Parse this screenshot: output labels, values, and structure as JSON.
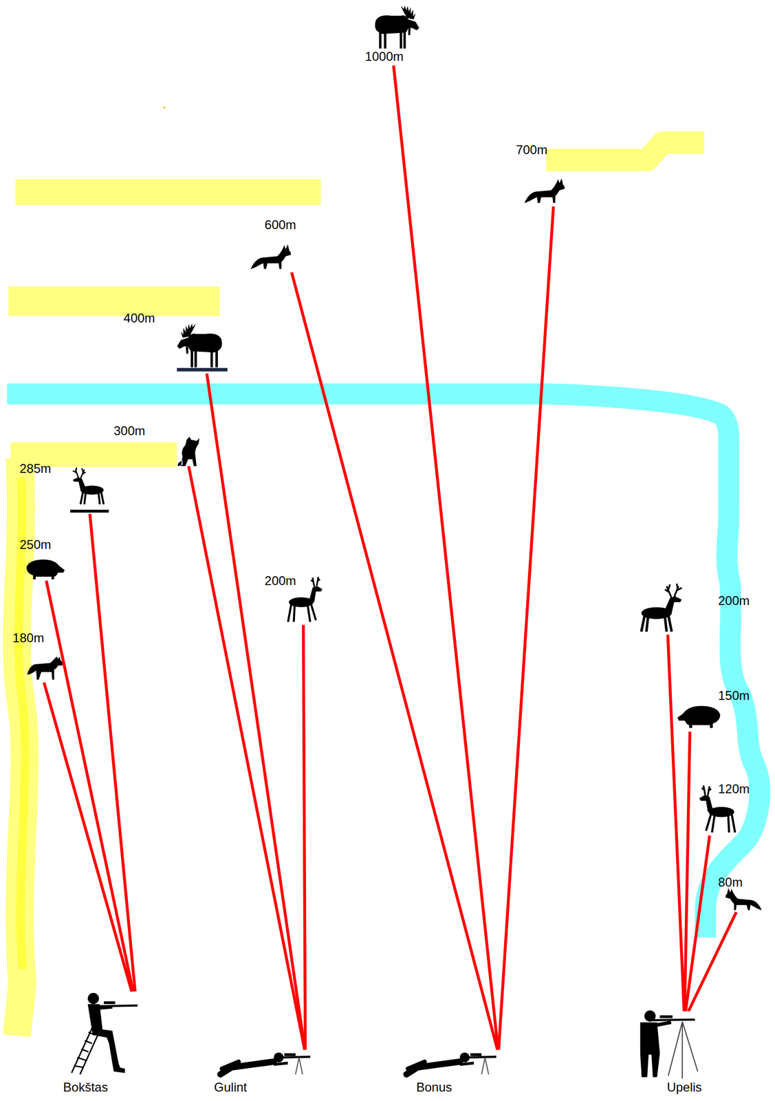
{
  "diagram": {
    "nodes": [
      {
        "text": [
          "1000m"
        ]
      },
      {
        "text": [
          "700m"
        ]
      },
      {
        "text": [
          "600m"
        ]
      },
      {
        "text": [
          "400m"
        ]
      },
      {
        "text": [
          "300m"
        ]
      },
      {
        "text": [
          "285m"
        ]
      },
      {
        "text": [
          "250m"
        ]
      },
      {
        "text": [
          "200m"
        ]
      },
      {
        "text": [
          "200m"
        ]
      },
      {
        "text": [
          "180m"
        ]
      },
      {
        "text": [
          "150m"
        ]
      },
      {
        "text": [
          "120m"
        ]
      },
      {
        "text": [
          "80m"
        ]
      },
      {
        "text": [
          "Bokštas"
        ]
      },
      {
        "text": [
          "Gulint"
        ]
      },
      {
        "text": [
          "Bonus"
        ]
      },
      {
        "text": [
          "Upelis"
        ]
      }
    ],
    "edges": [
      {
        "from": 13,
        "to": 9,
        "arrow": "none"
      },
      {
        "from": 13,
        "to": 6,
        "arrow": "none"
      },
      {
        "from": 13,
        "to": 5,
        "arrow": "none"
      },
      {
        "from": 14,
        "to": 4,
        "arrow": "none"
      },
      {
        "from": 14,
        "to": 3,
        "arrow": "none"
      },
      {
        "from": 14,
        "to": 7,
        "arrow": "none"
      },
      {
        "from": 15,
        "to": 2,
        "arrow": "none"
      },
      {
        "from": 15,
        "to": 0,
        "arrow": "none"
      },
      {
        "from": 15,
        "to": 1,
        "arrow": "none"
      },
      {
        "from": 16,
        "to": 8,
        "arrow": "none"
      },
      {
        "from": 16,
        "to": 10,
        "arrow": "none"
      },
      {
        "from": 16,
        "to": 11,
        "arrow": "none"
      },
      {
        "from": 16,
        "to": 12,
        "arrow": "none"
      }
    ]
  }
}
